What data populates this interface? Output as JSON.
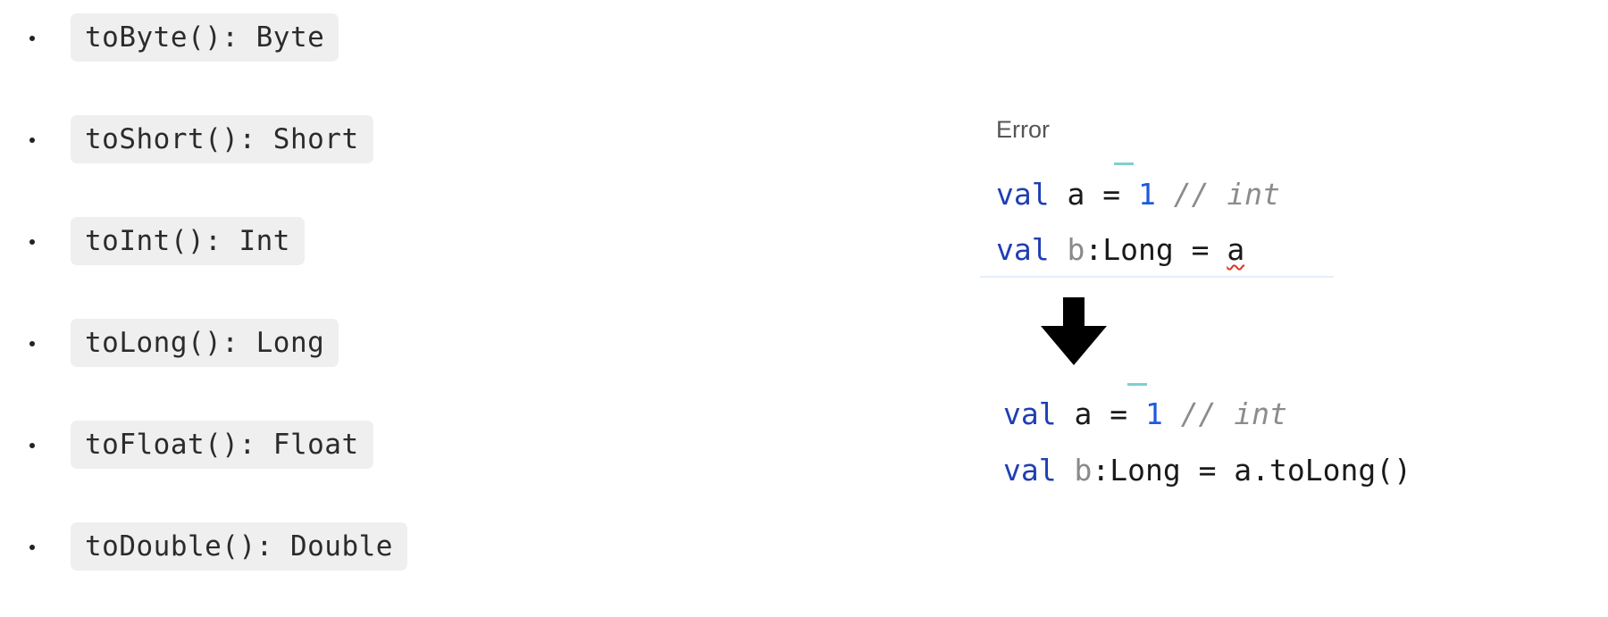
{
  "conversions": [
    "toByte(): Byte",
    "toShort(): Short",
    "toInt(): Int",
    "toLong(): Long",
    "toFloat(): Float",
    "toDouble(): Double"
  ],
  "error_panel": {
    "label": "Error",
    "line1": {
      "kw": "val",
      "var": " a = ",
      "num": "1",
      "comment": " // int"
    },
    "line2": {
      "kw": "val",
      "var_dim": " b",
      "rest": ":Long = ",
      "error_token": "a"
    }
  },
  "fixed_panel": {
    "line1": {
      "kw": "val",
      "var": " a = ",
      "num": "1",
      "comment": " // int"
    },
    "line2": {
      "kw": "val",
      "var_dim": " b",
      "rest": ":Long = a.toLong()"
    }
  },
  "icons": {
    "arrow": "arrow-down-icon"
  },
  "colors": {
    "keyword": "#1f3fb2",
    "number": "#1d5ae0",
    "comment": "#8c8c8c",
    "error_underline": "#d8362e",
    "pill_background": "#efefef"
  }
}
